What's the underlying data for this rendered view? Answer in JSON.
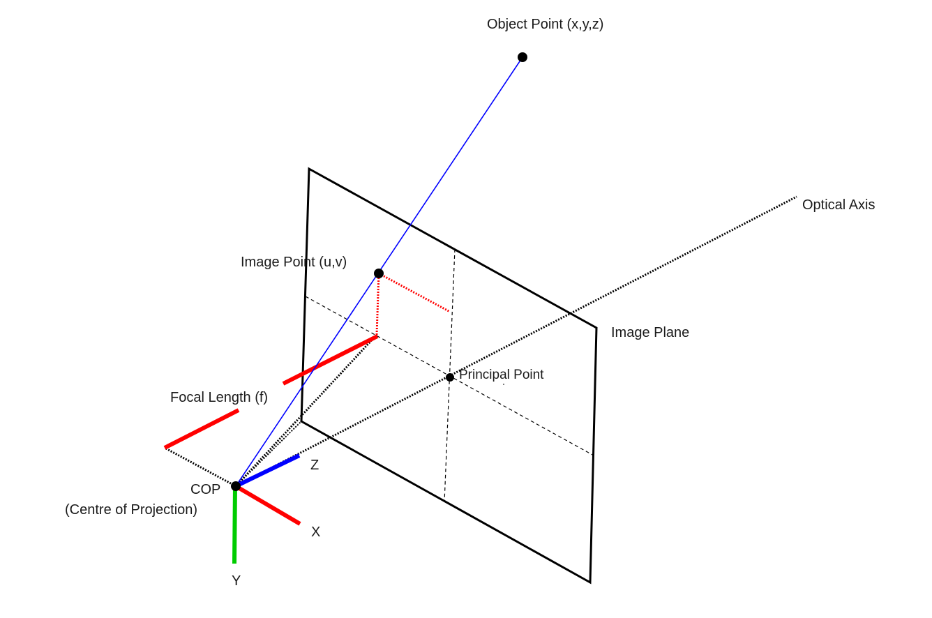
{
  "labels": {
    "object_point": "Object Point (x,y,z)",
    "optical_axis": "Optical Axis",
    "image_point": "Image Point (u,v)",
    "image_plane": "Image Plane",
    "principal_point": "Principal Point",
    "focal_length": "Focal Length (f)",
    "cop": "COP",
    "cop_full": "(Centre of Projection)",
    "axis_x": "X",
    "axis_y": "Y",
    "axis_z": "Z"
  },
  "colors": {
    "line": "#000000",
    "projection_ray": "#0000ff",
    "focal_bar": "#ff0000",
    "x_axis": "#ff0000",
    "y_axis": "#00cc00",
    "z_axis": "#0000ff",
    "image_point_offset": "#ff0000"
  }
}
